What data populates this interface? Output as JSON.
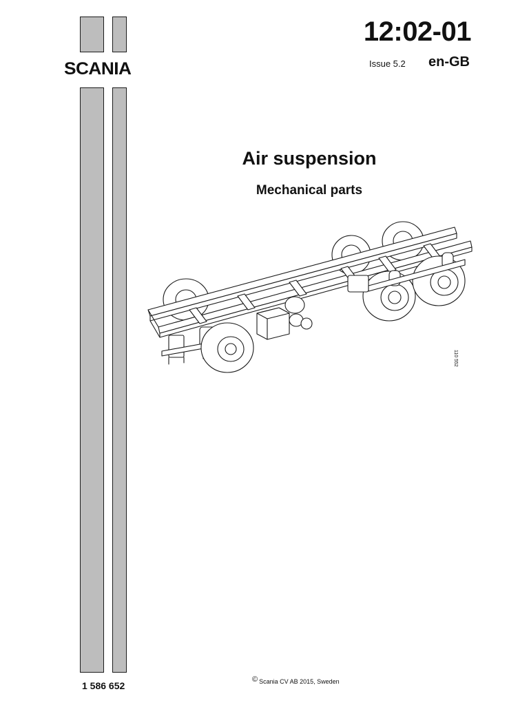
{
  "brand": {
    "logo_text": "SCANIA"
  },
  "header": {
    "doc_number": "12:02-01",
    "issue": "Issue 5.2",
    "language": "en-GB"
  },
  "main": {
    "title": "Air suspension",
    "subtitle": "Mechanical parts",
    "figure_number": "110 552"
  },
  "footer": {
    "part_number": "1 586 652",
    "copyright_symbol": "©",
    "copyright_text": "Scania CV AB 2015, Sweden"
  },
  "colors": {
    "bar_fill": "#bdbdbd",
    "outline": "#1a1a1a"
  }
}
